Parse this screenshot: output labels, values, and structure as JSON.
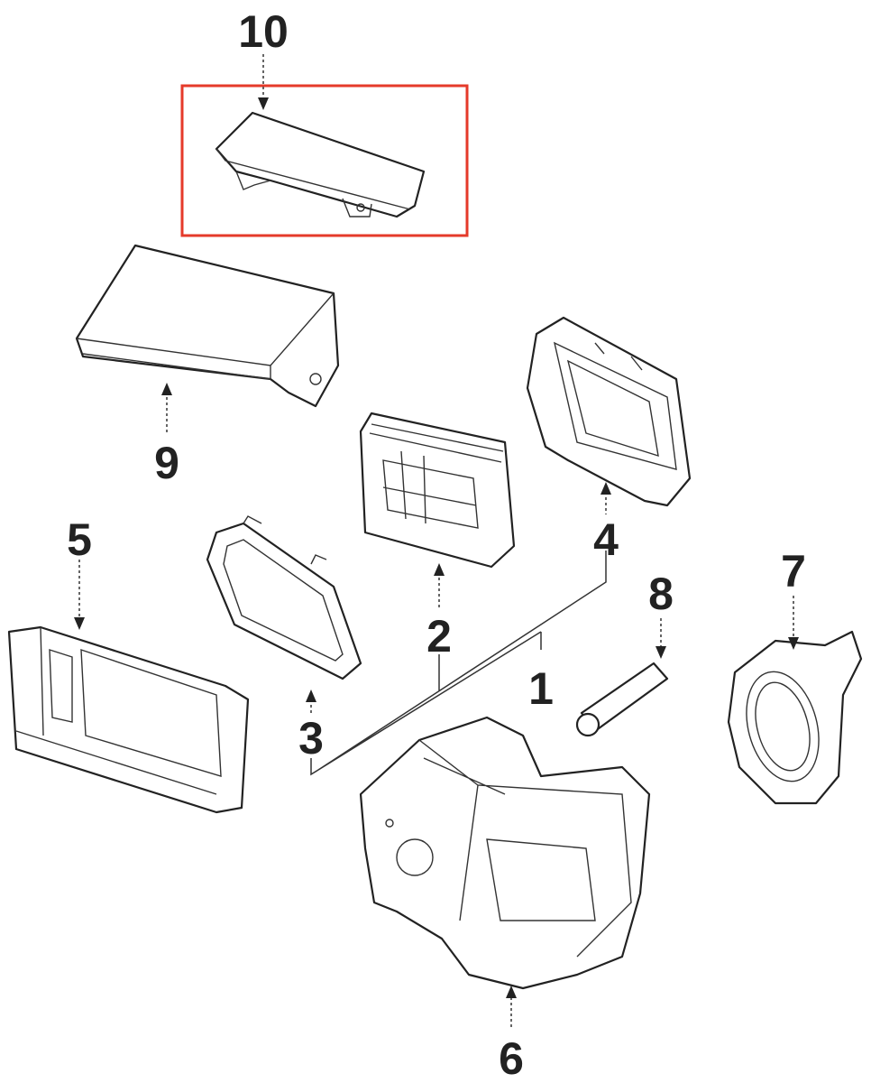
{
  "diagram": {
    "callouts": [
      {
        "id": "10",
        "label": "10"
      },
      {
        "id": "9",
        "label": "9"
      },
      {
        "id": "5",
        "label": "5"
      },
      {
        "id": "3",
        "label": "3"
      },
      {
        "id": "2",
        "label": "2"
      },
      {
        "id": "4",
        "label": "4"
      },
      {
        "id": "1",
        "label": "1"
      },
      {
        "id": "8",
        "label": "8"
      },
      {
        "id": "7",
        "label": "7"
      },
      {
        "id": "6",
        "label": "6"
      }
    ],
    "highlighted_part": "10",
    "highlight_color": "#e53a2a"
  }
}
